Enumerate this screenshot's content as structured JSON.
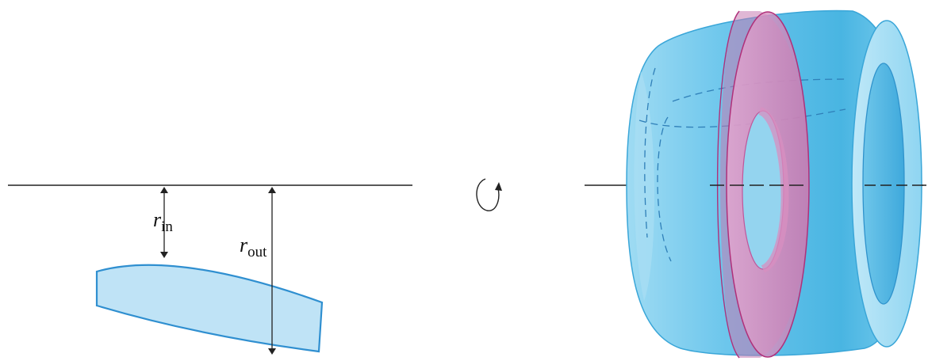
{
  "labels": {
    "r_in": {
      "symbol": "r",
      "subscript": "in"
    },
    "r_out": {
      "symbol": "r",
      "subscript": "out"
    }
  },
  "colors": {
    "region_fill": "#bfe3f6",
    "region_stroke": "#2f8fd0",
    "solid_fill": "#6cc6ec",
    "solid_light": "#aee0f5",
    "solid_dark": "#2fa3d8",
    "hole_fill": "#8ed3ef",
    "washer_fill": "#d88fc0",
    "washer_stroke": "#b0307a",
    "axis": "#222222"
  },
  "icons": {
    "rotation": "rotation-arrow-icon"
  }
}
